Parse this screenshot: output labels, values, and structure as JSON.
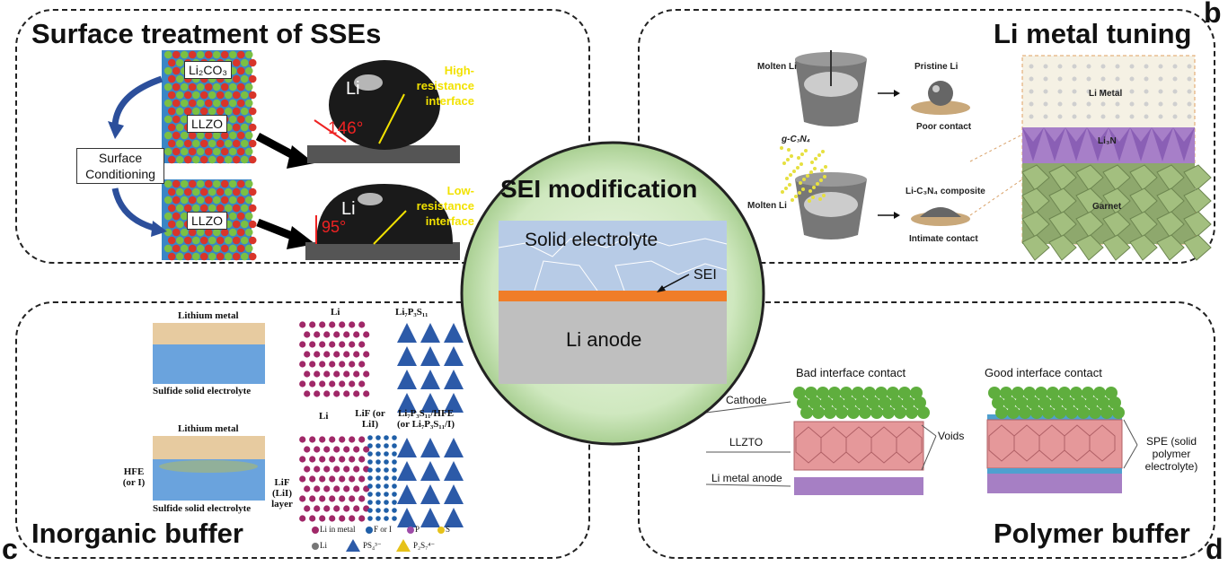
{
  "panels": {
    "a": {
      "title": "Surface treatment of SSEs",
      "li2co3_label": "Li₂CO₃",
      "llzo_label_top": "LLZO",
      "llzo_label_bottom": "LLZO",
      "surface_conditioning": "Surface Conditioning",
      "li_top": "Li",
      "li_bottom": "Li",
      "high_resistance": "High-resistance interface",
      "low_resistance": "Low-resistance interface",
      "angle_top": "146°",
      "angle_bottom": "95°"
    },
    "b": {
      "letter": "b",
      "title": "Li metal tuning",
      "molten_li_top": "Molten Li",
      "pristine_li": "Pristine Li",
      "poor_contact": "Poor contact",
      "g_c3n4": "g-C₃N₄",
      "molten_li_bottom": "Molten Li",
      "composite": "Li-C₃N₄ composite",
      "intimate_contact": "Intimate contact",
      "li_metal": "Li Metal",
      "li3n": "Li₃N",
      "garnet": "Garnet"
    },
    "c": {
      "letter": "c",
      "title": "Inorganic buffer",
      "lithium_metal_top": "Lithium metal",
      "sulfide_top": "Sulfide solid electrolyte",
      "lithium_metal_bottom": "Lithium metal",
      "sulfide_bottom": "Sulfide solid electrolyte",
      "hfe": "HFE (or I)",
      "lif_layer": "LiF (LiI) layer",
      "li_top": "Li",
      "lps_top": "Li₇P₃S₁₁",
      "li_bottom": "Li",
      "lif": "LiF (or LiI)",
      "lps_hfe": "Li₇P₃S₁₁/HFE (or Li₇P₃S₁₁/I)",
      "legend": [
        "Li in metal",
        "F or I",
        "P",
        "S",
        "Li",
        "PS₄³⁻",
        "P₂S₇⁴⁻"
      ]
    },
    "d": {
      "letter": "d",
      "title": "Polymer buffer",
      "bad": "Bad  interface contact",
      "good": "Good  interface contact",
      "cathode": "Cathode",
      "llzto": "LLZTO",
      "li_anode": "Li metal anode",
      "voids": "Voids",
      "spe": "SPE (solid polymer electrolyte)"
    },
    "center": {
      "title": "SEI modification",
      "solid_electrolyte": "Solid electrolyte",
      "sei": "SEI",
      "li_anode": "Li anode"
    }
  },
  "colors": {
    "electrolyte": "#b7cbe6",
    "sei": "#f07d28",
    "anode": "#bfbfbf",
    "circle": "#cfe8bf",
    "pink": "#e5989a",
    "purple": "#a67fc4",
    "green": "#5fae3e"
  }
}
